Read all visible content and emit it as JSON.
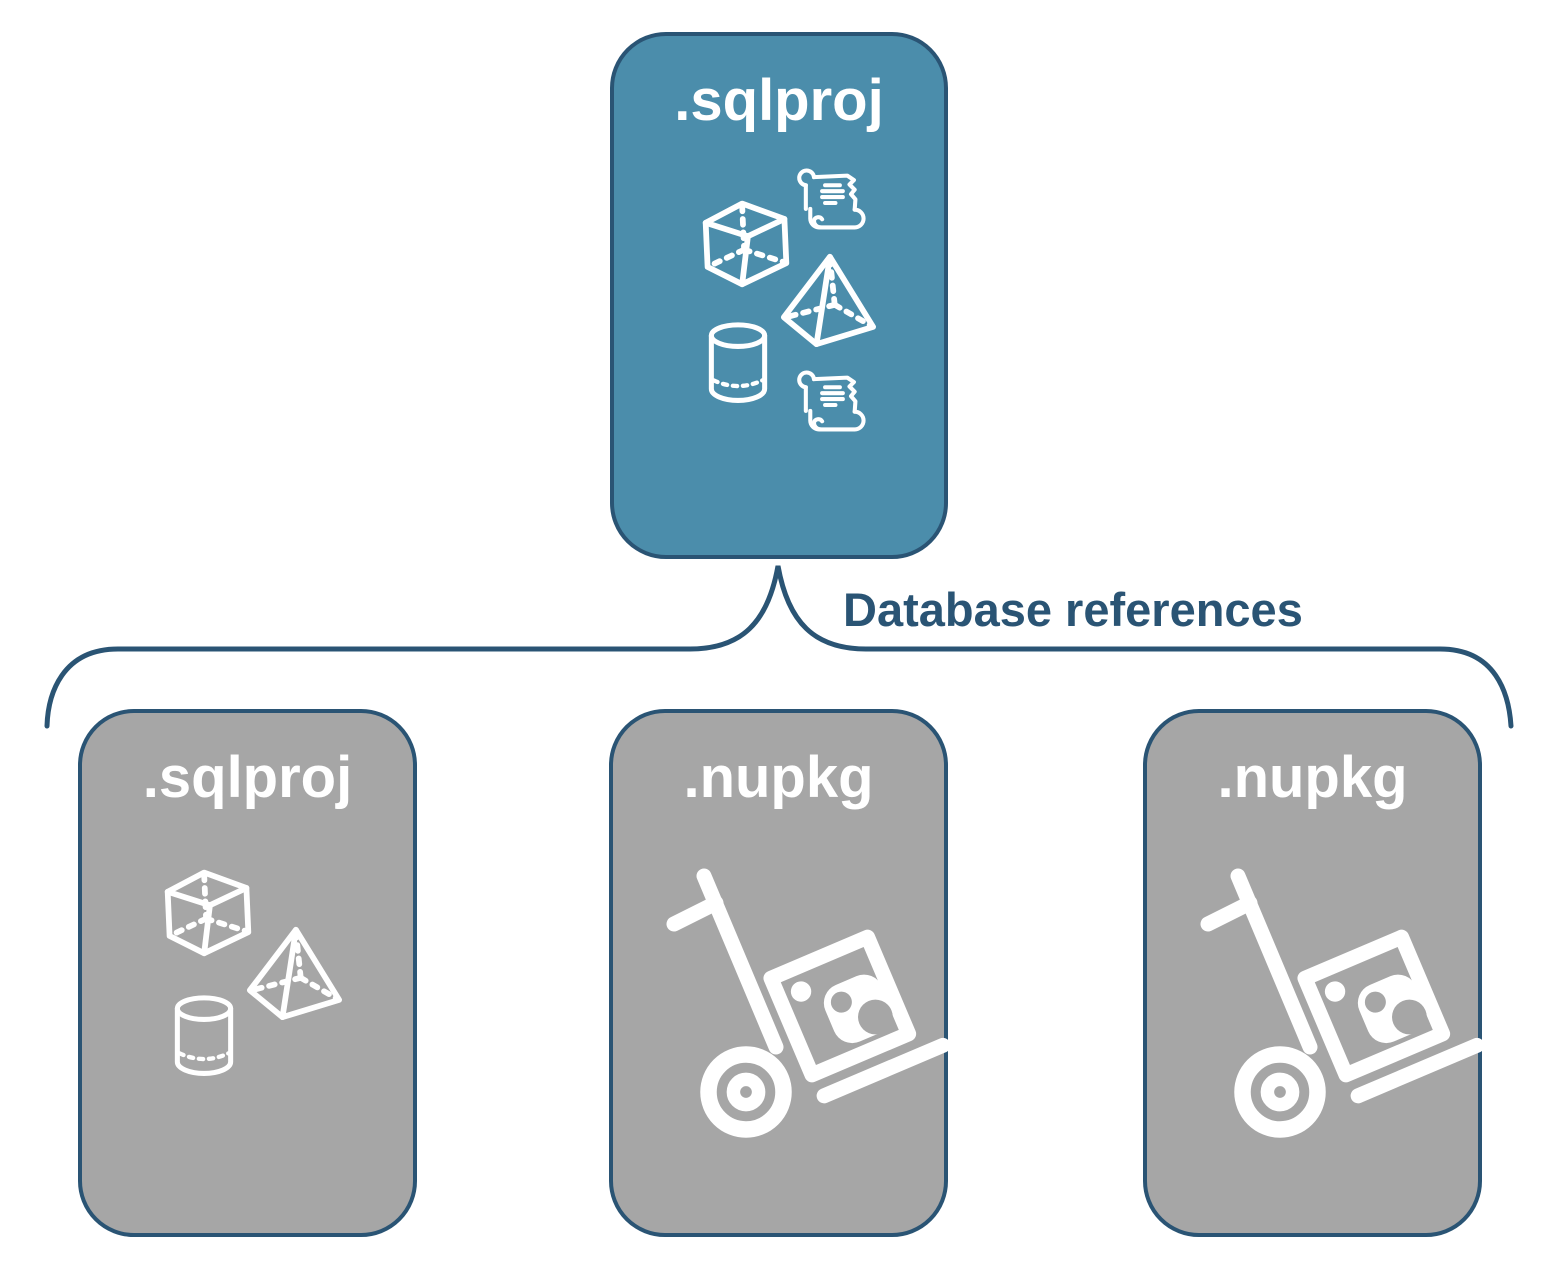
{
  "diagram": {
    "root_card": {
      "label": ".sqlproj",
      "icons": [
        "sql-script-icon",
        "cube-icon",
        "pyramid-icon",
        "cylinder-icon",
        "sql-script-icon"
      ]
    },
    "connector": {
      "label": "Database references"
    },
    "child_cards": [
      {
        "label": ".sqlproj",
        "icons": [
          "cube-icon",
          "pyramid-icon",
          "cylinder-icon"
        ]
      },
      {
        "label": ".nupkg",
        "icons": [
          "nuget-handtruck-icon"
        ]
      },
      {
        "label": ".nupkg",
        "icons": [
          "nuget-handtruck-icon"
        ]
      }
    ],
    "colors": {
      "root_card_fill": "#4B8DAB",
      "child_card_fill": "#A6A6A6",
      "outline": "#2A5474",
      "icon_color": "#FFFFFF",
      "background": "#FFFFFF"
    }
  }
}
